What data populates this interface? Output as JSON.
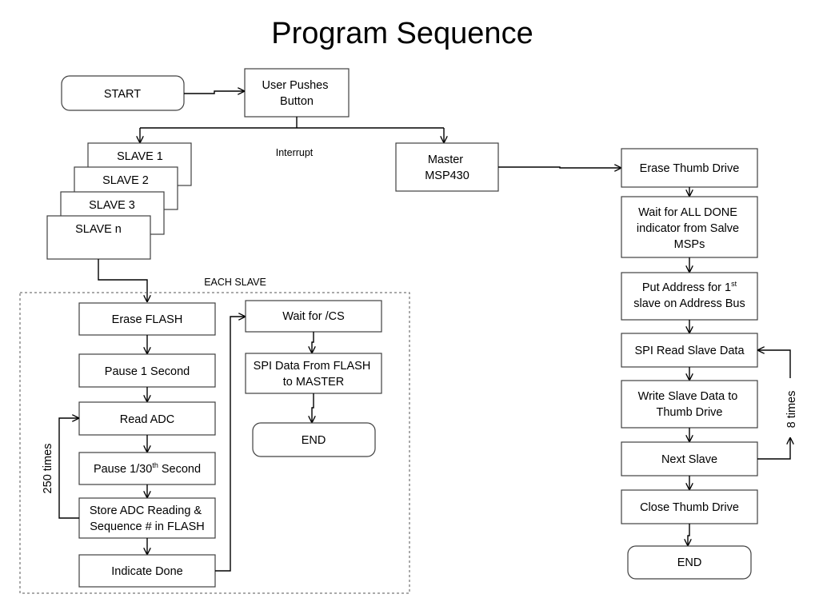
{
  "title": "Program Sequence",
  "nodes": {
    "start": "START",
    "user_push": [
      "User Pushes",
      "Button"
    ],
    "interrupt": "Interrupt",
    "slave1": "SLAVE 1",
    "slave2": "SLAVE 2",
    "slave3": "SLAVE 3",
    "slaven": "SLAVE n",
    "master": [
      "Master",
      "MSP430"
    ],
    "each_slave": "EACH SLAVE",
    "erase_flash": "Erase FLASH",
    "pause1": "Pause 1 Second",
    "read_adc": "Read ADC",
    "pause30": {
      "pre": "Pause 1/30",
      "sup": "th",
      "post": " Second"
    },
    "store": [
      "Store ADC Reading &",
      "Sequence # in FLASH"
    ],
    "indicate_done": "Indicate Done",
    "times250": "250 times",
    "wait_cs": "Wait for /CS",
    "spi_data": [
      "SPI Data From FLASH",
      "to MASTER"
    ],
    "end_slave": "END",
    "erase_thumb": "Erase Thumb Drive",
    "wait_all": [
      "Wait for ALL DONE",
      "indicator from Salve",
      "MSPs"
    ],
    "put_addr": {
      "line1_pre": "Put Address for 1",
      "line1_sup": "st",
      "line2": "slave on Address Bus"
    },
    "spi_read": "SPI Read Slave Data",
    "write_slave": [
      "Write Slave Data to",
      "Thumb Drive"
    ],
    "next_slave": "Next Slave",
    "times8": "8 times",
    "close_thumb": "Close Thumb Drive",
    "end_master": "END"
  }
}
